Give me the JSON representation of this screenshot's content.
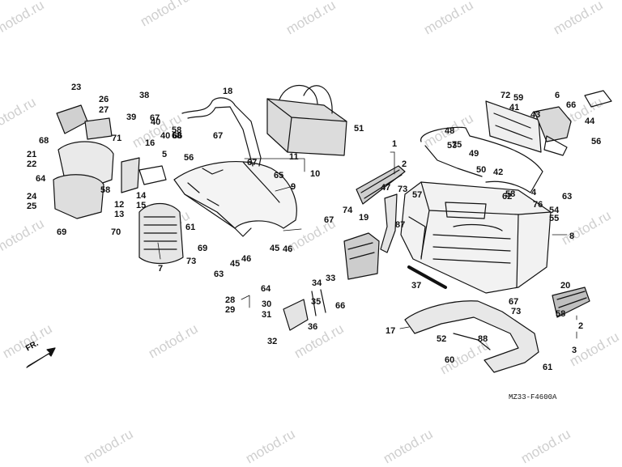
{
  "diagram": {
    "watermark": "motod.ru",
    "drawing_code": "MZ33-F4600A",
    "front_label": "FR.",
    "callouts": [
      "1",
      "2",
      "2",
      "3",
      "4",
      "5",
      "6",
      "7",
      "8",
      "9",
      "10",
      "11",
      "12",
      "13",
      "14",
      "15",
      "16",
      "17",
      "18",
      "19",
      "20",
      "21",
      "22",
      "23",
      "24",
      "25",
      "26",
      "27",
      "28",
      "29",
      "30",
      "31",
      "32",
      "33",
      "34",
      "35",
      "36",
      "37",
      "38",
      "39",
      "40",
      "40",
      "41",
      "42",
      "43",
      "44",
      "45",
      "45",
      "46",
      "46",
      "47",
      "48",
      "49",
      "50",
      "51",
      "52",
      "53",
      "54",
      "55",
      "56",
      "56",
      "57",
      "58",
      "58",
      "58",
      "58",
      "59",
      "60",
      "61",
      "61",
      "62",
      "63",
      "63",
      "64",
      "64",
      "65",
      "66",
      "66",
      "66",
      "67",
      "67",
      "67",
      "67",
      "67",
      "68",
      "68",
      "69",
      "69",
      "70",
      "71",
      "72",
      "73",
      "73",
      "73",
      "74",
      "75",
      "76",
      "87",
      "88"
    ]
  }
}
